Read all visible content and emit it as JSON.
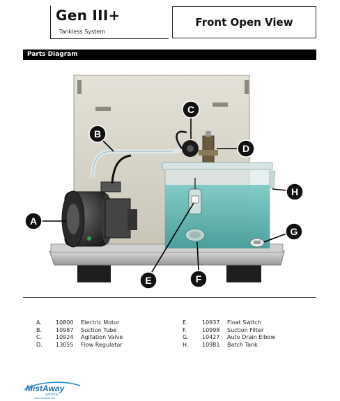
{
  "header": {
    "model": "Gen III+",
    "subtitle": "Tankless System",
    "view_title": "Front Open View"
  },
  "section": {
    "title": "Parts Diagram"
  },
  "callouts": [
    "A",
    "B",
    "C",
    "D",
    "E",
    "F",
    "G",
    "H"
  ],
  "parts_left": [
    {
      "letter": "A.",
      "number": "10800",
      "name": "Electric Motor"
    },
    {
      "letter": "B.",
      "number": "10987",
      "name": "Suction Tube"
    },
    {
      "letter": "C.",
      "number": "10924",
      "name": "Agitation Valve"
    },
    {
      "letter": "D.",
      "number": "13055",
      "name": "Flow Regulator"
    }
  ],
  "parts_right": [
    {
      "letter": "E.",
      "number": "10937",
      "name": "Float Switch"
    },
    {
      "letter": "F.",
      "number": "10998",
      "name": "Suction Filter"
    },
    {
      "letter": "G.",
      "number": "10427",
      "name": "Auto Drain Elbow"
    },
    {
      "letter": "H.",
      "number": "10981",
      "name": "Batch Tank"
    }
  ],
  "logo": {
    "brand": "MistAway",
    "sub": "systems",
    "url": "www.mistaway.com"
  },
  "colors": {
    "section_bar": "#000000",
    "tank_water": "#5fb8b4",
    "callout_circle": "#111111"
  }
}
